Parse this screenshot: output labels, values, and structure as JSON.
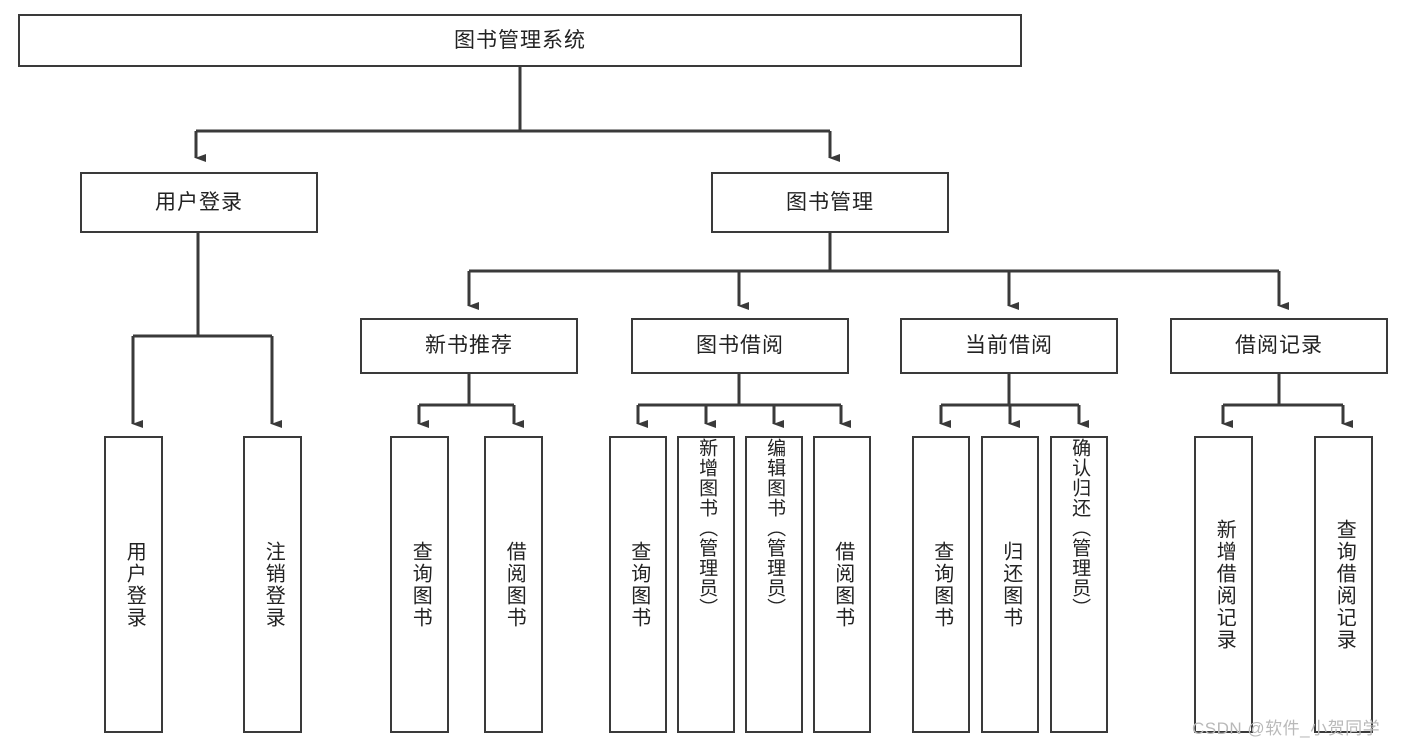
{
  "diagram": {
    "type": "tree",
    "title": "图书管理系统",
    "root": {
      "label": "图书管理系统"
    },
    "level1": [
      {
        "label": "用户登录"
      },
      {
        "label": "图书管理"
      }
    ],
    "level2": [
      {
        "label": "新书推荐"
      },
      {
        "label": "图书借阅"
      },
      {
        "label": "当前借阅"
      },
      {
        "label": "借阅记录"
      }
    ],
    "leaves": {
      "user_login": [
        {
          "label": "用户登录"
        },
        {
          "label": "注销登录"
        }
      ],
      "new_book_recommend": [
        {
          "label": "查询图书"
        },
        {
          "label": "借阅图书"
        }
      ],
      "book_borrow": [
        {
          "label": "查询图书"
        },
        {
          "label": "新增图书（管理员）"
        },
        {
          "label": "编辑图书（管理员）"
        },
        {
          "label": "借阅图书"
        }
      ],
      "current_borrow": [
        {
          "label": "查询图书"
        },
        {
          "label": "归还图书"
        },
        {
          "label": "确认归还（管理员）"
        }
      ],
      "borrow_record": [
        {
          "label": "新增借阅记录"
        },
        {
          "label": "查询借阅记录"
        }
      ]
    }
  },
  "watermark": {
    "text": "CSDN @软件_小贺同学"
  },
  "colors": {
    "stroke": "#3a3a3a",
    "text": "#222222",
    "background": "#ffffff",
    "watermark": "#b9b9b9"
  }
}
